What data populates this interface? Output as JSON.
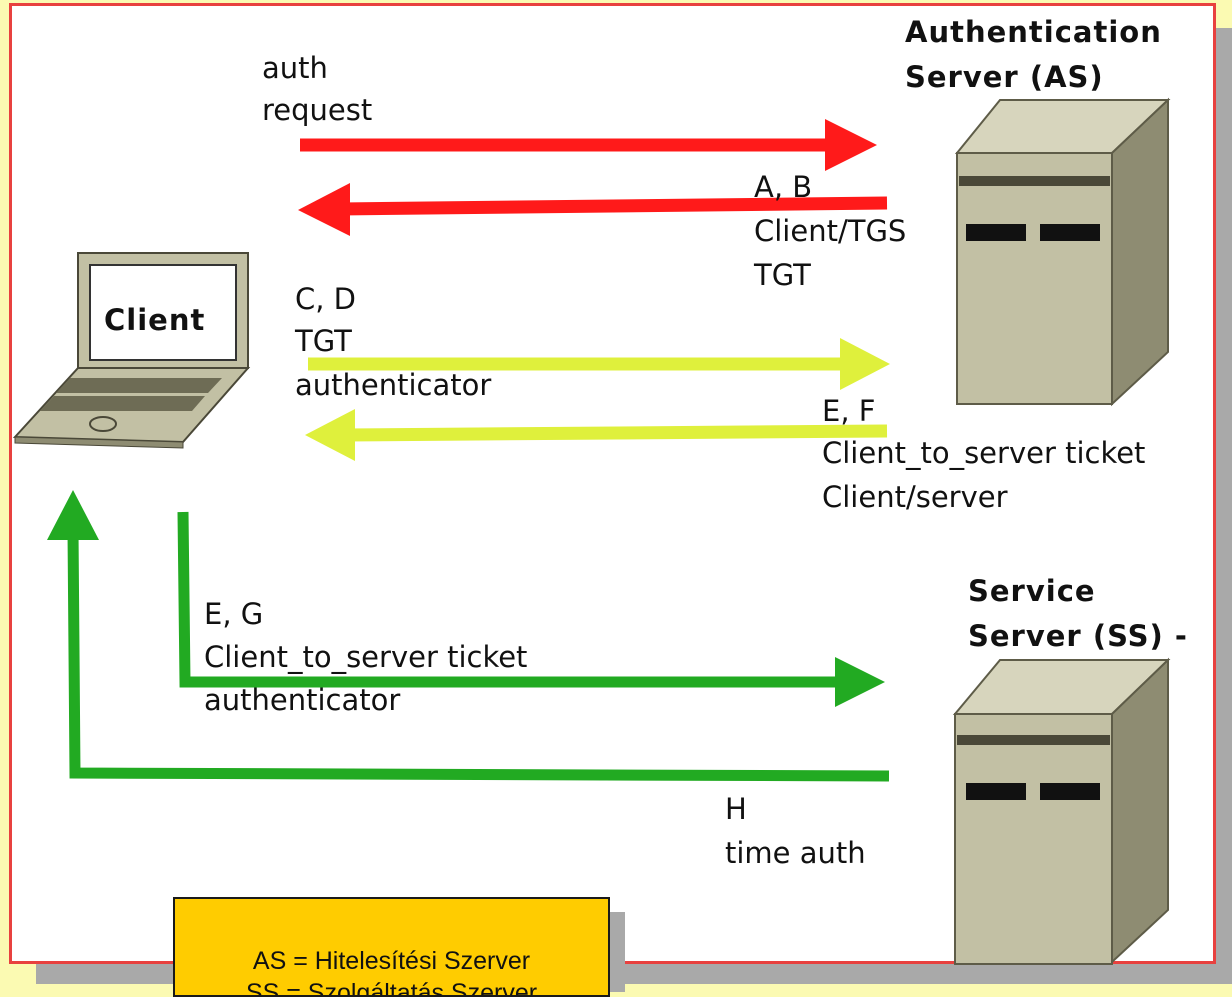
{
  "colors": {
    "background": "#fbfab2",
    "frame_border": "#e8413f",
    "arrow_red": "#ff1a1a",
    "arrow_yellow": "#dff03c",
    "arrow_green": "#22aa22",
    "legend_fill": "#ffcc00",
    "server_body": "#c2c0a4",
    "server_dark": "#6e6c55"
  },
  "servers": {
    "as_title": [
      "Authentication",
      "Server (AS)"
    ],
    "ss_title": [
      "Service",
      "Server (SS) -"
    ]
  },
  "client": {
    "label": "Client"
  },
  "messages": {
    "auth_request": [
      "auth",
      "request"
    ],
    "as_reply": [
      "A, B",
      "Client/TGS",
      "TGT"
    ],
    "tgs_request": [
      "C, D",
      "TGT",
      "authenticator"
    ],
    "tgs_reply": [
      "E, F",
      "Client_to_server ticket",
      "Client/server"
    ],
    "ss_request": [
      "E, G",
      "Client_to_server ticket",
      "authenticator"
    ],
    "ss_reply": [
      "H",
      "time auth"
    ]
  },
  "legend": {
    "lines": [
      "AS = Hitelesítési Szerver",
      "SS = Szolgáltatás Szerver"
    ]
  }
}
